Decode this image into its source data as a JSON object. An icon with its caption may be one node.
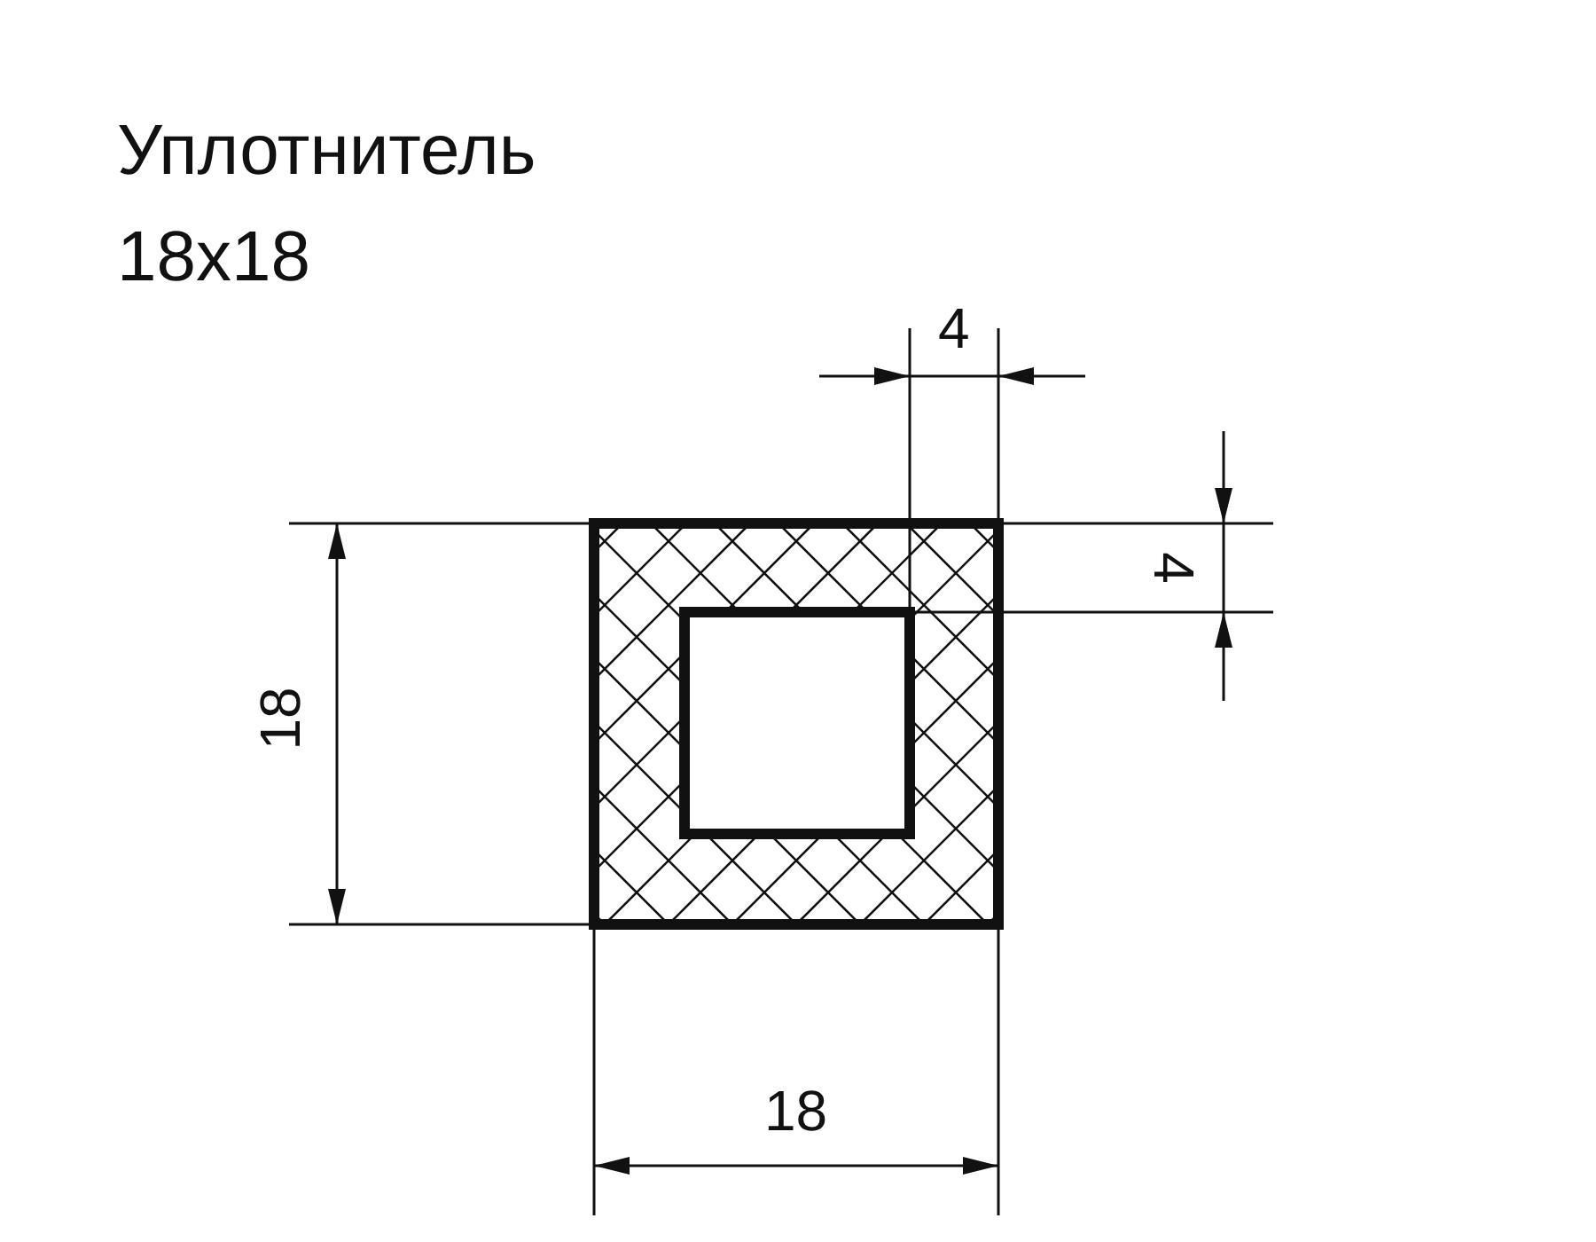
{
  "diagram": {
    "title": "Уплотнитель",
    "labels": [
      "18x18",
      "4",
      "4",
      "18",
      "18"
    ]
  }
}
